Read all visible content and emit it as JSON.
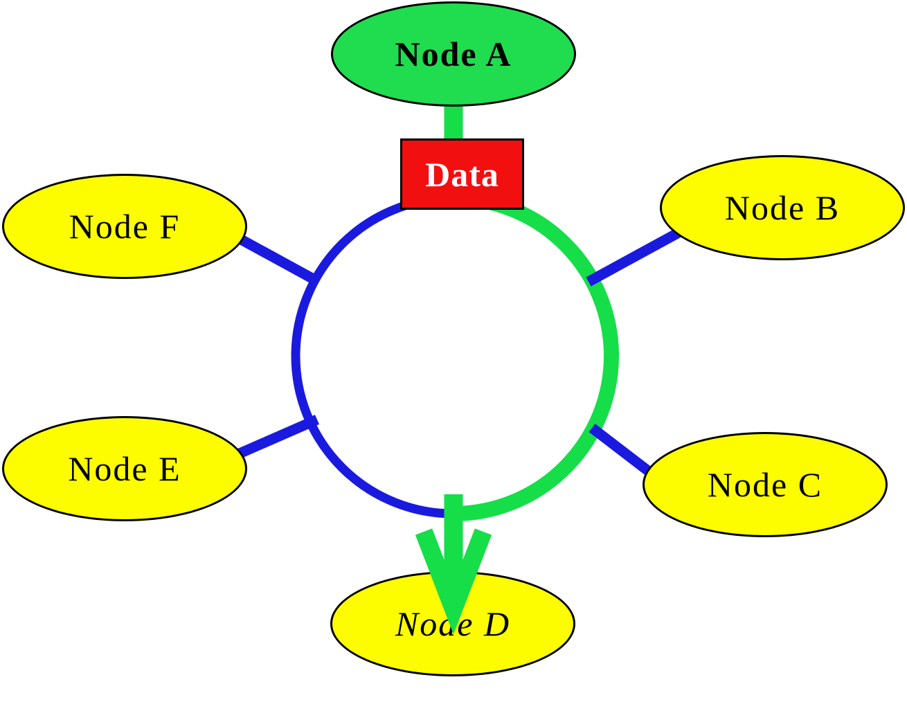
{
  "diagram": {
    "type": "ring-network-topology",
    "nodes": [
      {
        "id": "node-a",
        "label": "Node A",
        "fill": "#1FDD4F",
        "text_style": "bold"
      },
      {
        "id": "node-b",
        "label": "Node B",
        "fill": "#FDFD00",
        "text_style": "normal"
      },
      {
        "id": "node-c",
        "label": "Node C",
        "fill": "#FDFD00",
        "text_style": "normal"
      },
      {
        "id": "node-d",
        "label": "Node D",
        "fill": "#FDFD00",
        "text_style": "italic"
      },
      {
        "id": "node-e",
        "label": "Node E",
        "fill": "#FDFD00",
        "text_style": "normal"
      },
      {
        "id": "node-f",
        "label": "Node F",
        "fill": "#FDFD00",
        "text_style": "normal"
      }
    ],
    "data_box": {
      "label": "Data",
      "fill": "#F20F0F",
      "text_color": "#FFFFFF"
    },
    "colors": {
      "ring": "#1A1ADF",
      "flow": "#15DE49",
      "outline": "#000000"
    }
  }
}
